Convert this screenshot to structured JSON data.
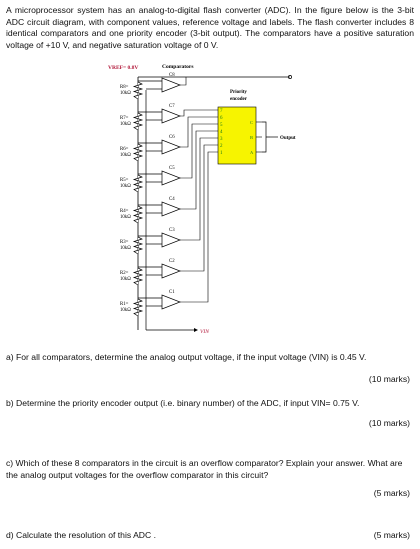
{
  "intro": "A microprocessor system has an analog-to-digital flash converter (ADC). In the figure below is the 3-bit ADC circuit diagram, with component values, reference voltage and labels. The flash converter includes 8 identical comparators and one priority encoder (3-bit output). The comparators have a positive saturation voltage of +10 V, and negative saturation voltage of 0 V.",
  "figure": {
    "vref": "VREF= 0.8V",
    "comparators_label": "Comparators",
    "encoder_label_1": "Priority",
    "encoder_label_2": "encoder",
    "output_label": "Output",
    "vin": "VIN",
    "resistors": [
      {
        "name": "R8=",
        "value": "10kΩ"
      },
      {
        "name": "R7=",
        "value": "10kΩ"
      },
      {
        "name": "R6=",
        "value": "10kΩ"
      },
      {
        "name": "R5=",
        "value": "10kΩ"
      },
      {
        "name": "R4=",
        "value": "10kΩ"
      },
      {
        "name": "R3=",
        "value": "10kΩ"
      },
      {
        "name": "R2=",
        "value": "10kΩ"
      },
      {
        "name": "R1=",
        "value": "10kΩ"
      }
    ],
    "comparators": [
      "C8",
      "C7",
      "C6",
      "C5",
      "C4",
      "C3",
      "C2",
      "C1"
    ],
    "encoder_inputs": [
      "7",
      "6",
      "5",
      "4",
      "3",
      "2",
      "1"
    ],
    "encoder_outputs": [
      "C",
      "B",
      "A"
    ]
  },
  "questions": [
    {
      "text": "a) For all comparators, determine the analog output voltage, if the input voltage (VIN) is 0.45 V.",
      "marks": "(10 marks)"
    },
    {
      "text": "b) Determine the priority encoder output (i.e. binary number) of the ADC, if input VIN= 0.75 V.",
      "marks": "(10 marks)"
    },
    {
      "text": "c) Which of these 8 comparators in the circuit is an overflow comparator? Explain your answer. What are the analog output voltages for the overflow comparator in this circuit?",
      "marks": "(5 marks)"
    },
    {
      "text": "d) Calculate the resolution of this ADC .",
      "marks": "(5 marks)"
    }
  ]
}
